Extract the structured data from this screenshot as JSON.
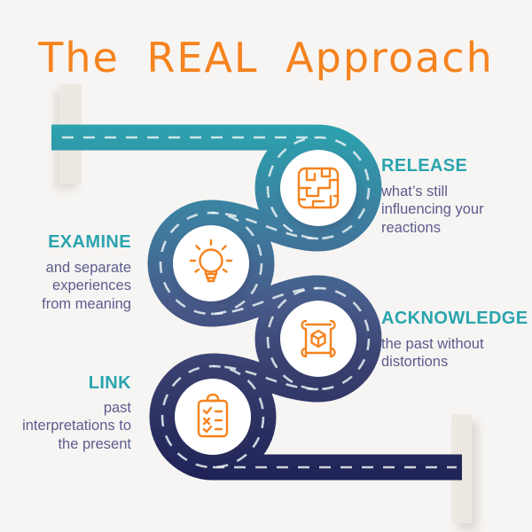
{
  "title": "The REAL Approach",
  "stops": [
    {
      "id": "release",
      "label": "RELEASE",
      "description": "what’s still influencing your reactions",
      "icon": "maze-icon"
    },
    {
      "id": "examine",
      "label": "EXAMINE",
      "description": "and separate experiences from meaning",
      "icon": "lightbulb-icon"
    },
    {
      "id": "acknowledge",
      "label": "ACKNOWLEDGE",
      "description": "the past without distortions",
      "icon": "map-scroll-icon"
    },
    {
      "id": "link",
      "label": "LINK",
      "description": "past interpretations to the present",
      "icon": "checklist-icon"
    }
  ],
  "colors": {
    "background": "#F7F5F3",
    "title": "#F5831F",
    "station_label": "#2AA4AF",
    "body_text": "#5B5C8D",
    "icon": "#F5831F",
    "tape": "#EDE8E1",
    "road_dash": "#E9F1F3",
    "road_gradient_top": "#2BA3AE",
    "road_gradient_mid1": "#3E7C9F",
    "road_gradient_mid2": "#475A89",
    "road_gradient_mid3": "#39406F",
    "road_gradient_bottom": "#1E2155"
  }
}
